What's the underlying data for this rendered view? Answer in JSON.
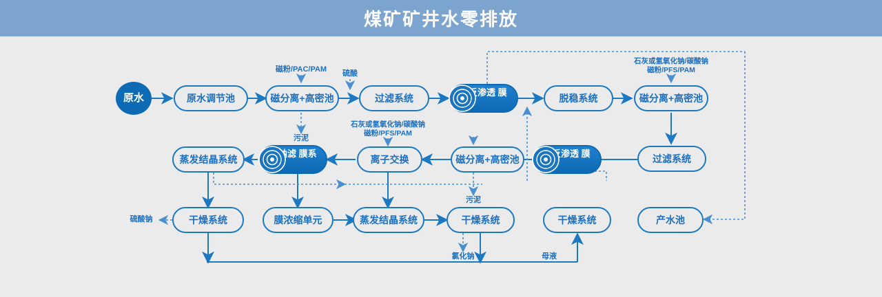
{
  "header": {
    "title": "煤矿矿井水零排放"
  },
  "theme": {
    "header_bg": "#7ba5cf",
    "page_bg": "#ebebeb",
    "line": "#1d78c2",
    "node_text": "#1d6fbf",
    "filled_node": "#0d69b4"
  },
  "diagram": {
    "type": "process-flow",
    "nodes": [
      {
        "id": "n1",
        "label": "原水",
        "shape": "circle",
        "style": "filled"
      },
      {
        "id": "n2",
        "label": "原水调节池",
        "shape": "rounded-rect",
        "style": "outline"
      },
      {
        "id": "n3",
        "label": "磁分离+高密池",
        "shape": "rounded-rect",
        "style": "outline"
      },
      {
        "id": "n4",
        "label": "过滤系统",
        "shape": "rounded-rect",
        "style": "outline"
      },
      {
        "id": "n5",
        "label": "平板反渗透\n膜系统",
        "shape": "rounded-rect",
        "style": "filled",
        "icon": "membrane-disc-icon"
      },
      {
        "id": "n6",
        "label": "脱稳系统",
        "shape": "rounded-rect",
        "style": "outline"
      },
      {
        "id": "n7",
        "label": "磁分离+高密池",
        "shape": "rounded-rect",
        "style": "outline"
      },
      {
        "id": "n8",
        "label": "过滤系统",
        "shape": "rounded-rect",
        "style": "outline"
      },
      {
        "id": "n9",
        "label": "平板反渗透\n膜系统",
        "shape": "rounded-rect",
        "style": "filled",
        "icon": "membrane-disc-icon"
      },
      {
        "id": "n10",
        "label": "磁分离+高密池",
        "shape": "rounded-rect",
        "style": "outline"
      },
      {
        "id": "n11",
        "label": "离子交换",
        "shape": "rounded-rect",
        "style": "outline"
      },
      {
        "id": "n12",
        "label": "平板纳滤\n膜系统",
        "shape": "rounded-rect",
        "style": "filled",
        "icon": "membrane-disc-icon"
      },
      {
        "id": "n13",
        "label": "蒸发结晶系统",
        "shape": "rounded-rect",
        "style": "outline"
      },
      {
        "id": "n14",
        "label": "干燥系统",
        "shape": "rounded-rect",
        "style": "outline"
      },
      {
        "id": "n15",
        "label": "膜浓缩单元",
        "shape": "rounded-rect",
        "style": "outline"
      },
      {
        "id": "n16",
        "label": "蒸发结晶系统",
        "shape": "rounded-rect",
        "style": "outline"
      },
      {
        "id": "n17",
        "label": "干燥系统",
        "shape": "rounded-rect",
        "style": "outline"
      },
      {
        "id": "n18",
        "label": "干燥系统",
        "shape": "rounded-rect",
        "style": "outline"
      },
      {
        "id": "n19",
        "label": "产水池",
        "shape": "rounded-rect",
        "style": "outline"
      }
    ],
    "annotations": [
      {
        "id": "a1",
        "text": "磁粉/PAC/PAM",
        "kind": "dosing"
      },
      {
        "id": "a2",
        "text": "硫酸",
        "kind": "dosing"
      },
      {
        "id": "a3",
        "text": "污泥",
        "kind": "waste"
      },
      {
        "id": "a4",
        "text": "石灰或氢氧化钠/碳酸钠\n磁粉/PFS/PAM",
        "kind": "dosing"
      },
      {
        "id": "a5",
        "text": "石灰或氢氧化钠/碳酸钠\n磁粉/PFS/PAM",
        "kind": "dosing"
      },
      {
        "id": "a6",
        "text": "污泥",
        "kind": "waste"
      },
      {
        "id": "a7",
        "text": "硫酸钠",
        "kind": "product"
      },
      {
        "id": "a8",
        "text": "氯化钠",
        "kind": "product"
      },
      {
        "id": "a9",
        "text": "母液",
        "kind": "stream"
      }
    ],
    "edges": [
      {
        "from": "n1",
        "to": "n2",
        "style": "solid"
      },
      {
        "from": "n2",
        "to": "n3",
        "style": "solid"
      },
      {
        "from": "n3",
        "to": "n4",
        "style": "solid"
      },
      {
        "from": "n4",
        "to": "n5",
        "style": "solid"
      },
      {
        "from": "n5",
        "to": "n6",
        "style": "solid"
      },
      {
        "from": "n6",
        "to": "n7",
        "style": "solid"
      },
      {
        "from": "n7",
        "to": "n8",
        "style": "solid"
      },
      {
        "from": "n8",
        "to": "n9",
        "style": "solid"
      },
      {
        "from": "n9",
        "to": "n10",
        "style": "solid"
      },
      {
        "from": "n11",
        "to": "n12",
        "style": "solid"
      },
      {
        "from": "n12",
        "to": "n13",
        "style": "solid"
      },
      {
        "from": "n10",
        "to": "n11",
        "style": "solid"
      },
      {
        "from": "n13",
        "to": "n14",
        "style": "solid"
      },
      {
        "from": "n15",
        "to": "n16",
        "style": "solid"
      },
      {
        "from": "n16",
        "to": "n17",
        "style": "solid"
      },
      {
        "from": "n9",
        "to": "n5",
        "style": "dotted",
        "note": "recycle"
      },
      {
        "from": "n7",
        "to": "n19",
        "style": "dotted",
        "note": "recycle"
      },
      {
        "from": "n12",
        "to": "n15",
        "style": "dotted"
      },
      {
        "from": "n17",
        "to": "n18",
        "style": "solid",
        "label": "母液"
      }
    ]
  }
}
